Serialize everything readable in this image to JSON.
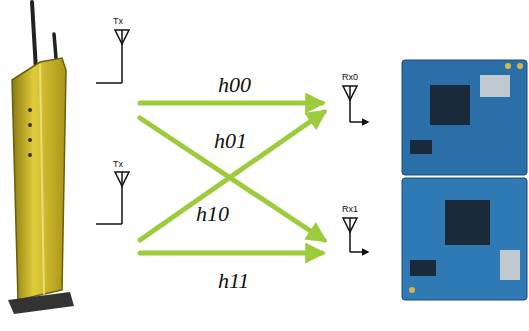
{
  "diagram": {
    "labels": [
      "Tx",
      "h00",
      "Rx0",
      "h01",
      "Tx",
      "h10",
      "Rx1",
      "h11"
    ]
  }
}
